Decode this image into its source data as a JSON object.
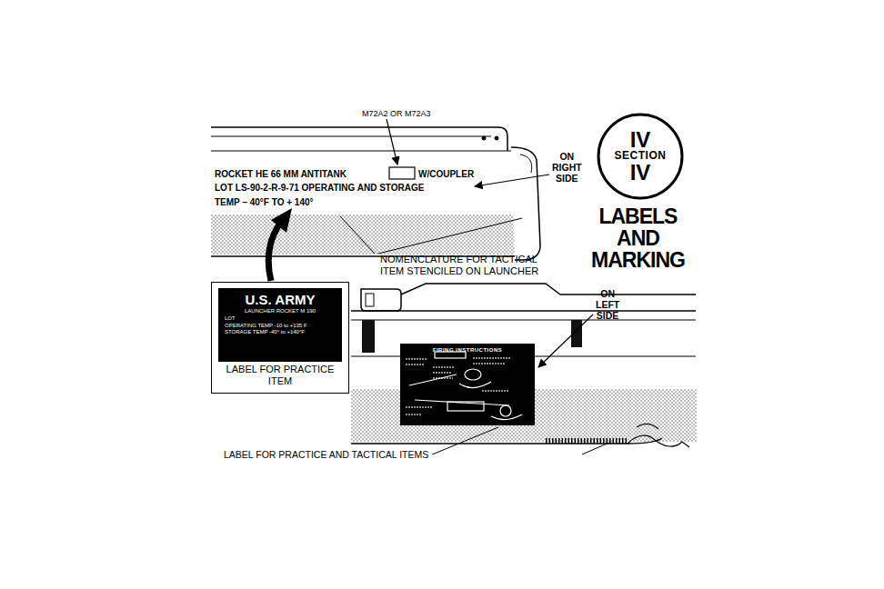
{
  "diagram": {
    "title": "LABELS AND MARKING",
    "nodes": [
      {
        "text": [
          "IV",
          "SECTION",
          "IV"
        ]
      },
      {
        "text": [
          "LABEL FOR PRACTICE ITEM"
        ]
      },
      {
        "text": [
          "U.S. ARMY",
          "LAUNCHER ROCKET M 190",
          "LOT",
          "OPERATING TEMP -10 to +135 F",
          "STORAGE TEMP -40° to +140°F"
        ],
        "in": 1
      },
      {
        "text": [
          "FIRING INSTRUCTIONS"
        ]
      }
    ],
    "labels": [
      "M72A2 OR M72A3",
      "ROCKET HE 66 MM ANTITANK",
      "W/COUPLER",
      "LOT LS-90-2-R-9-71 OPERATING AND STORAGE",
      "TEMP – 40°F TO + 140°",
      "ON RIGHT SIDE",
      "NOMENCLATURE FOR TACTICAL ITEM STENCILED ON LAUNCHER",
      "ON LEFT SIDE",
      "LABEL FOR PRACTICE AND TACTICAL ITEMS"
    ]
  }
}
